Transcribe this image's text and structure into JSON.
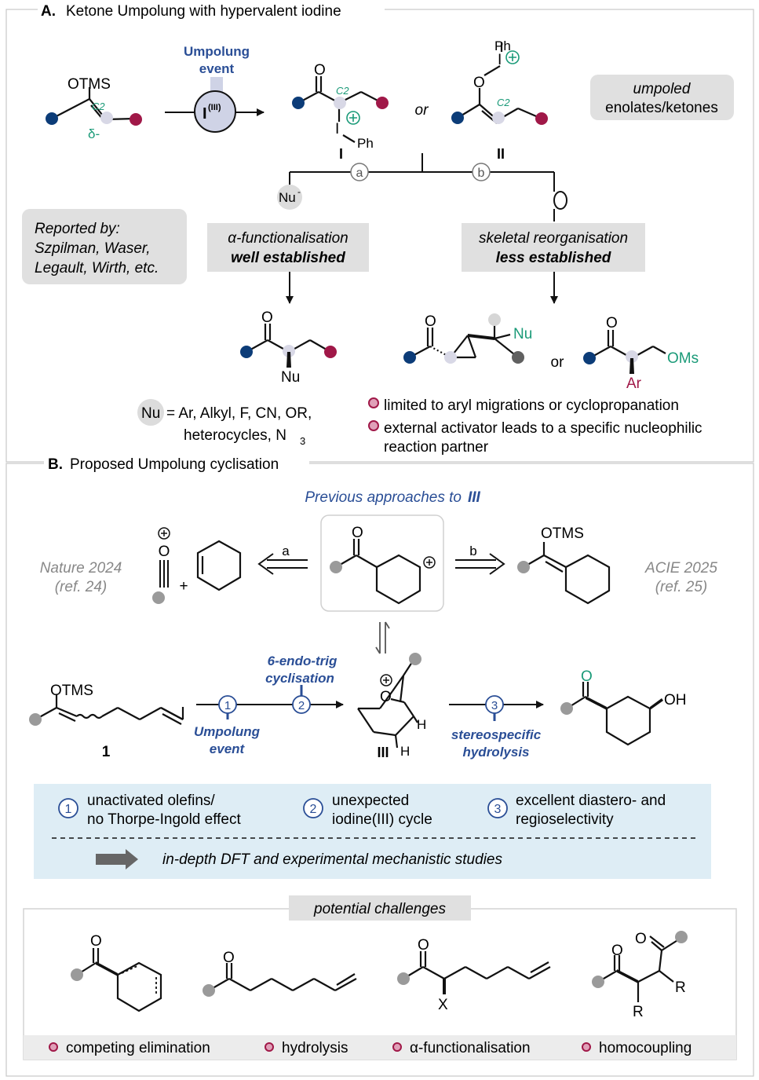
{
  "section_a": {
    "letter": "A.",
    "title": "Ketone Umpolung with hypervalent iodine",
    "umpolung_event": [
      "Umpolung",
      "event"
    ],
    "reagent": "I",
    "reagent_sup": "(III)",
    "substrate_label": "OTMS",
    "c2": "C2",
    "delta": "δ-",
    "or": "or",
    "ph": "Ph",
    "i": "I",
    "o": "O",
    "intermediate_I": "I",
    "intermediate_II": "II",
    "umpoled_box": [
      "umpoled",
      "enolates/ketones"
    ],
    "branch_a": "a",
    "branch_b": "b",
    "nu_minus": "Nu",
    "reported_by": [
      "Reported by:",
      "Szpilman, Waser,",
      "Legault, Wirth, etc."
    ],
    "alpha_box": [
      "α-functionalisation",
      "well established"
    ],
    "skeletal_box": [
      "skeletal reorganisation",
      "less established"
    ],
    "nu_label": "Nu",
    "ar_label": "Ar",
    "oms_label": "OMs",
    "nu_eq": [
      "Nu",
      "= Ar, Alkyl, F, CN, OR,",
      "heterocycles, N",
      "3"
    ],
    "bullets": [
      "limited to aryl migrations or cyclopropanation",
      "external activator leads to a specific nucleophilic",
      "reaction partner"
    ]
  },
  "section_b": {
    "letter": "B.",
    "title": "Proposed Umpolung cyclisation",
    "previous": "Previous approaches to",
    "previous_num": "III",
    "nature": [
      "Nature 2024",
      "(ref. 24)"
    ],
    "acie": [
      "ACIE 2025",
      "(ref. 25)"
    ],
    "arrow_a": "a",
    "arrow_b": "b",
    "plus": "+",
    "otms": "OTMS",
    "compound_1": "1",
    "compound_III": "III",
    "oh": "OH",
    "h": "H",
    "endo": [
      "6-endo-trig",
      "cyclisation"
    ],
    "umpolung": [
      "Umpolung",
      "event"
    ],
    "stereo": [
      "stereospecific",
      "hydrolysis"
    ],
    "steps": [
      "1",
      "2",
      "3"
    ],
    "features": [
      [
        "unactivated olefins/",
        "no Thorpe-Ingold effect"
      ],
      [
        "unexpected",
        "iodine(III) cycle"
      ],
      [
        "excellent diastero- and",
        "regioselectivity"
      ]
    ],
    "dft": "in-depth DFT and experimental mechanistic studies",
    "challenges_title": "potential challenges",
    "challenges": [
      "competing elimination",
      "hydrolysis",
      "α-functionalisation",
      "homocoupling"
    ],
    "x_label": "X",
    "r_label": "R"
  },
  "colors": {
    "blue_dot": "#0c3c78",
    "red_dot": "#a01848",
    "grey_dot": "#9a9a9a",
    "teal": "#1a9a78",
    "blue_text": "#2a4e96",
    "light_blue_box": "#deedf5",
    "grey_box": "#e0e0e0"
  }
}
